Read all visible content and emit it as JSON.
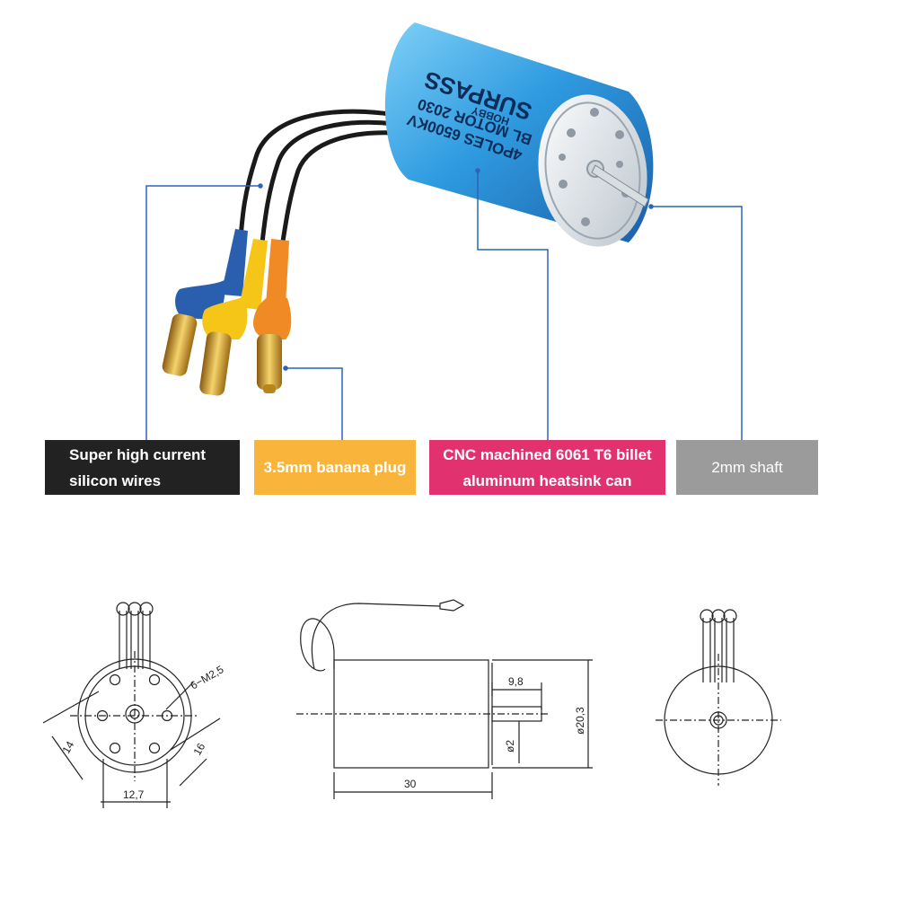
{
  "callouts": {
    "wires": "Super high current\nsilicon wires",
    "plug": "3.5mm banana plug",
    "can": "CNC machined 6061 T6 billet\naluminum heatsink can",
    "shaft": "2mm shaft"
  },
  "motor_label": {
    "brand": "SURPASS",
    "motor": "BL MOTOR 2030",
    "spec": "4POLES 6500KV",
    "extra": "HOBBY"
  },
  "dimensions": {
    "front_holes": "6−M2,5",
    "front_14": "14",
    "front_16": "16",
    "front_12_7": "12,7",
    "side_9_8": "9,8",
    "side_dia_20_3": "ø20,3",
    "side_dia_2": "ø2",
    "side_30": "30"
  },
  "colors": {
    "can_blue": "#3aa3de",
    "callout_line": "#2d63b8",
    "wire_black": "#1a1a1a",
    "sleeve_blue": "#2a5fb0",
    "sleeve_yellow": "#f5c518",
    "sleeve_orange": "#f08a24",
    "gold": "#d9a62f"
  }
}
